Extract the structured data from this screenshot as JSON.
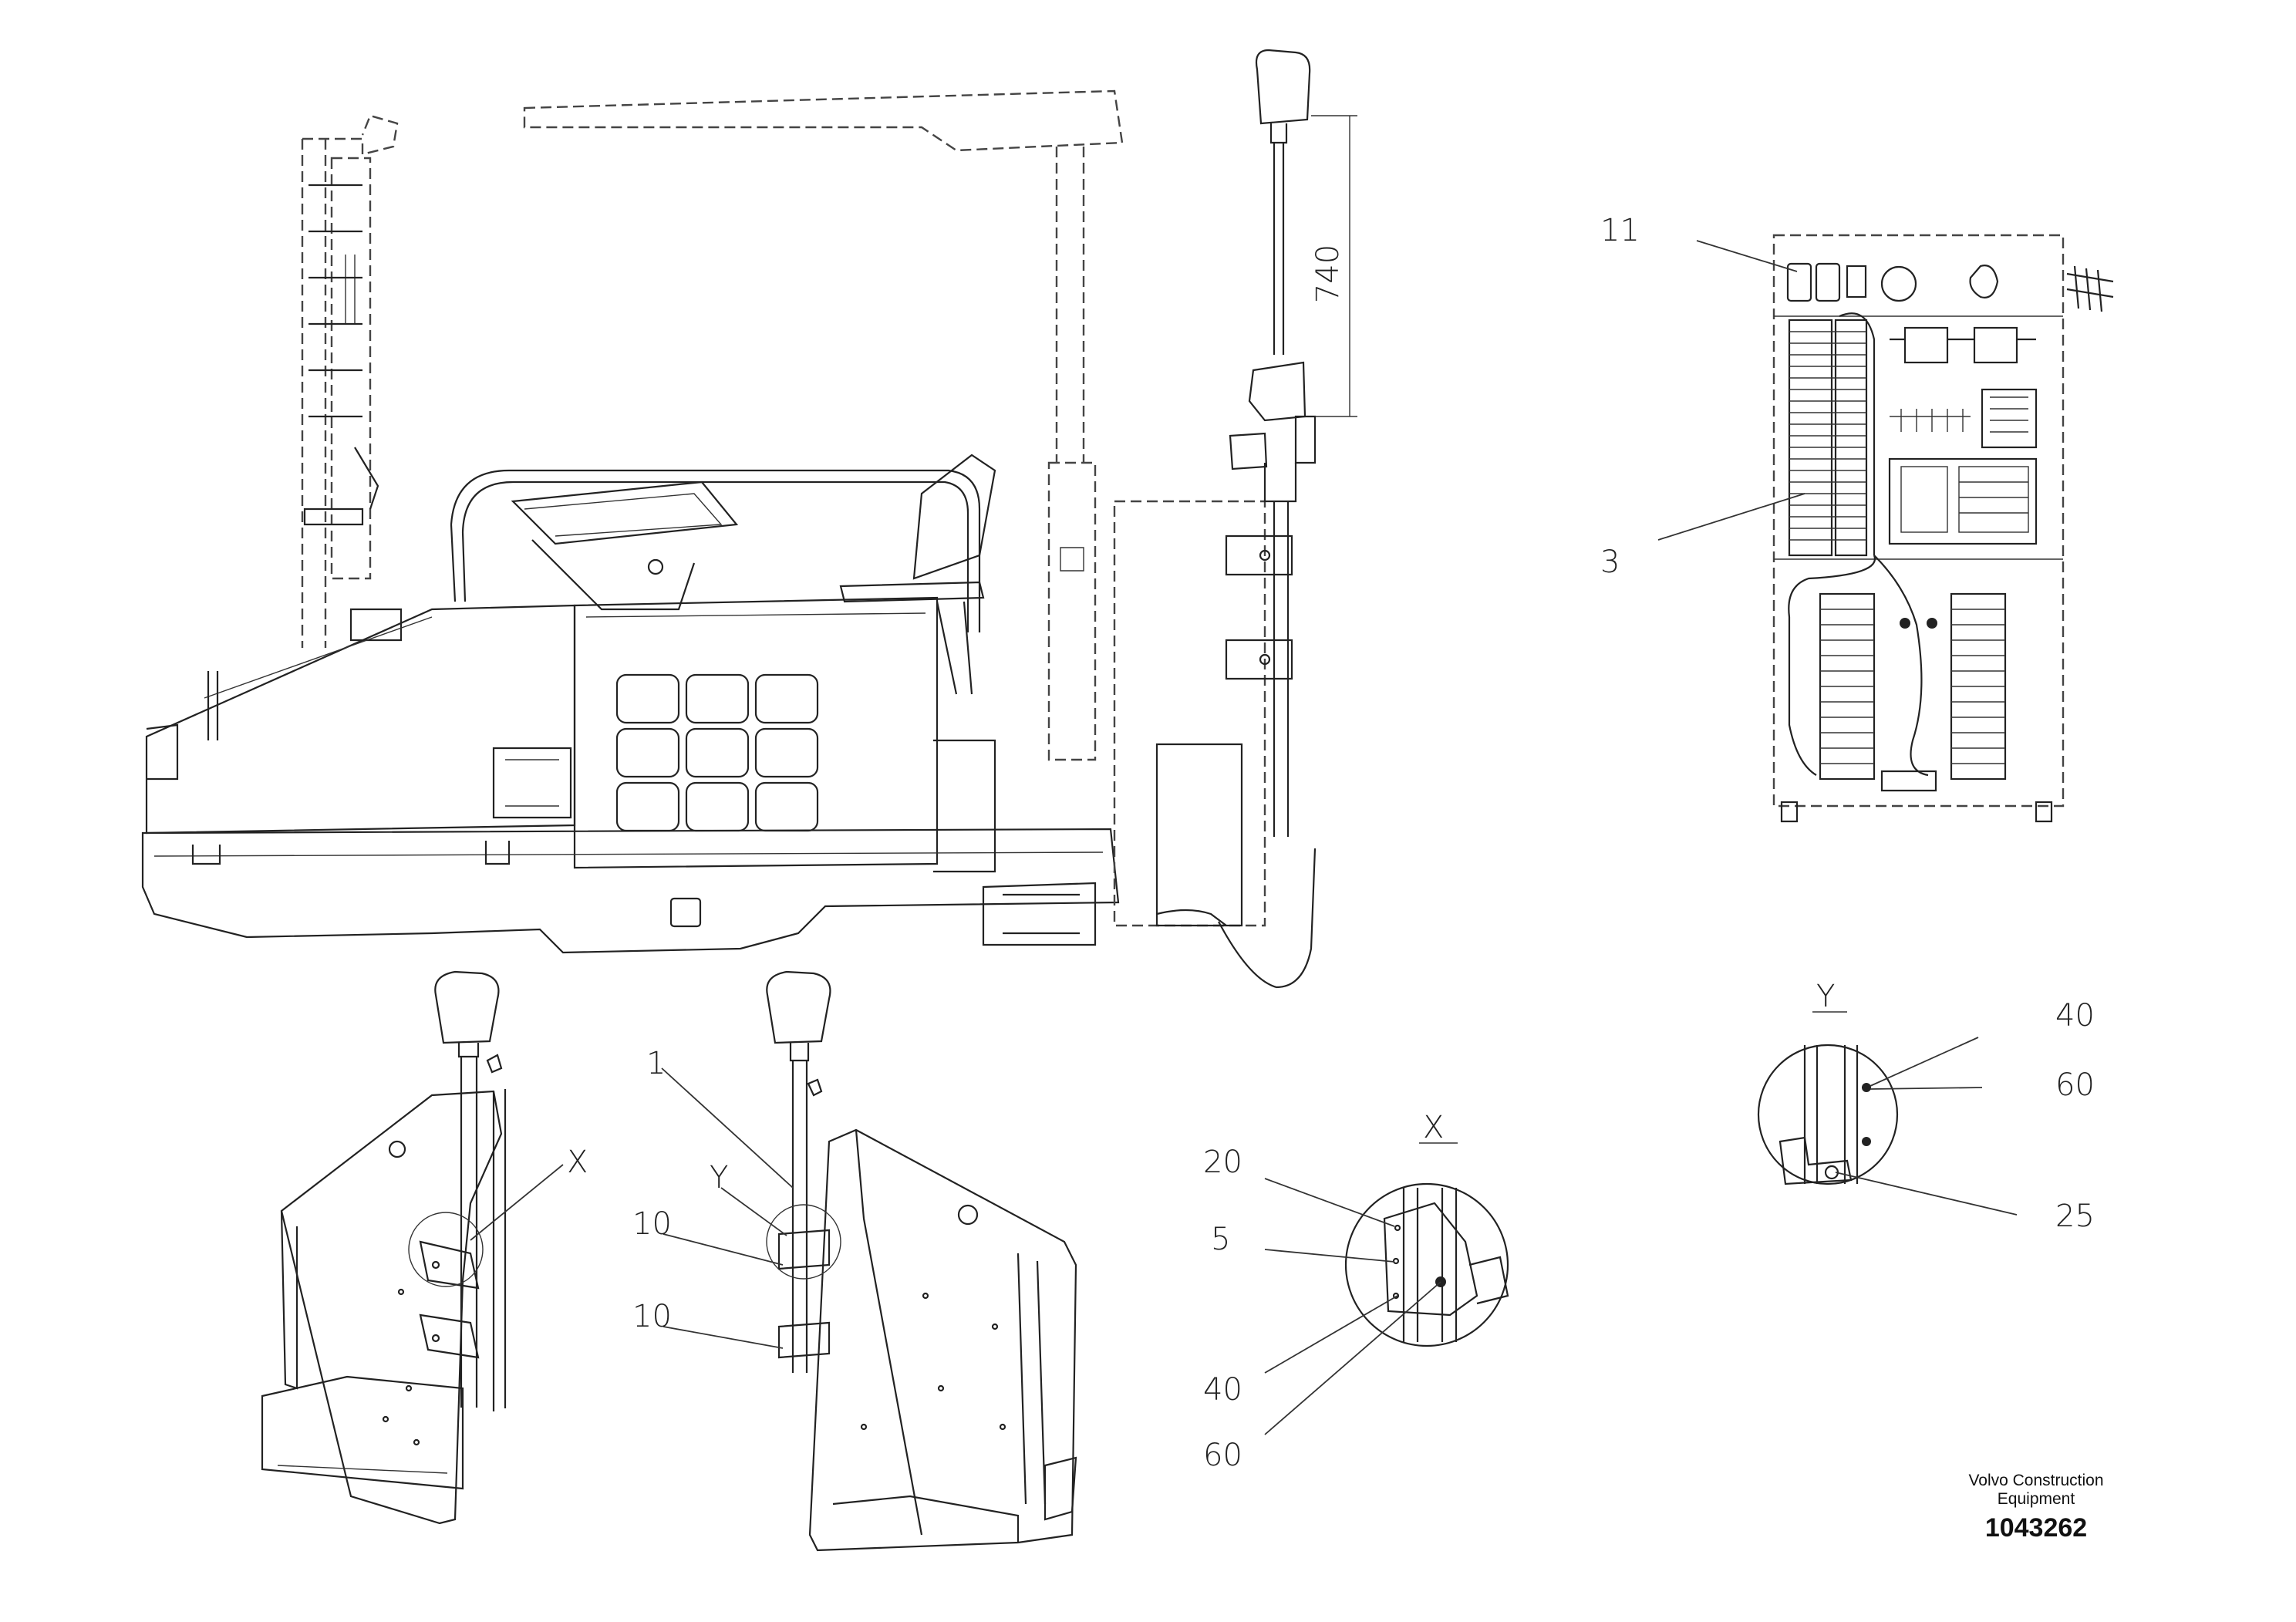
{
  "callouts": {
    "dim_740": "740",
    "c11": "11",
    "c3": "3",
    "c1": "1",
    "cX_left": "X",
    "cY_left": "Y",
    "c10_a": "10",
    "c10_b": "10",
    "view_X": "X",
    "c20": "20",
    "c5": "5",
    "c40_x": "40",
    "c60_x": "60",
    "view_Y": "Y",
    "c40_y": "40",
    "c60_y": "60",
    "c25": "25"
  },
  "title_block": {
    "company_line1": "Volvo Construction",
    "company_line2": "Equipment",
    "drawing_number": "1043262"
  }
}
